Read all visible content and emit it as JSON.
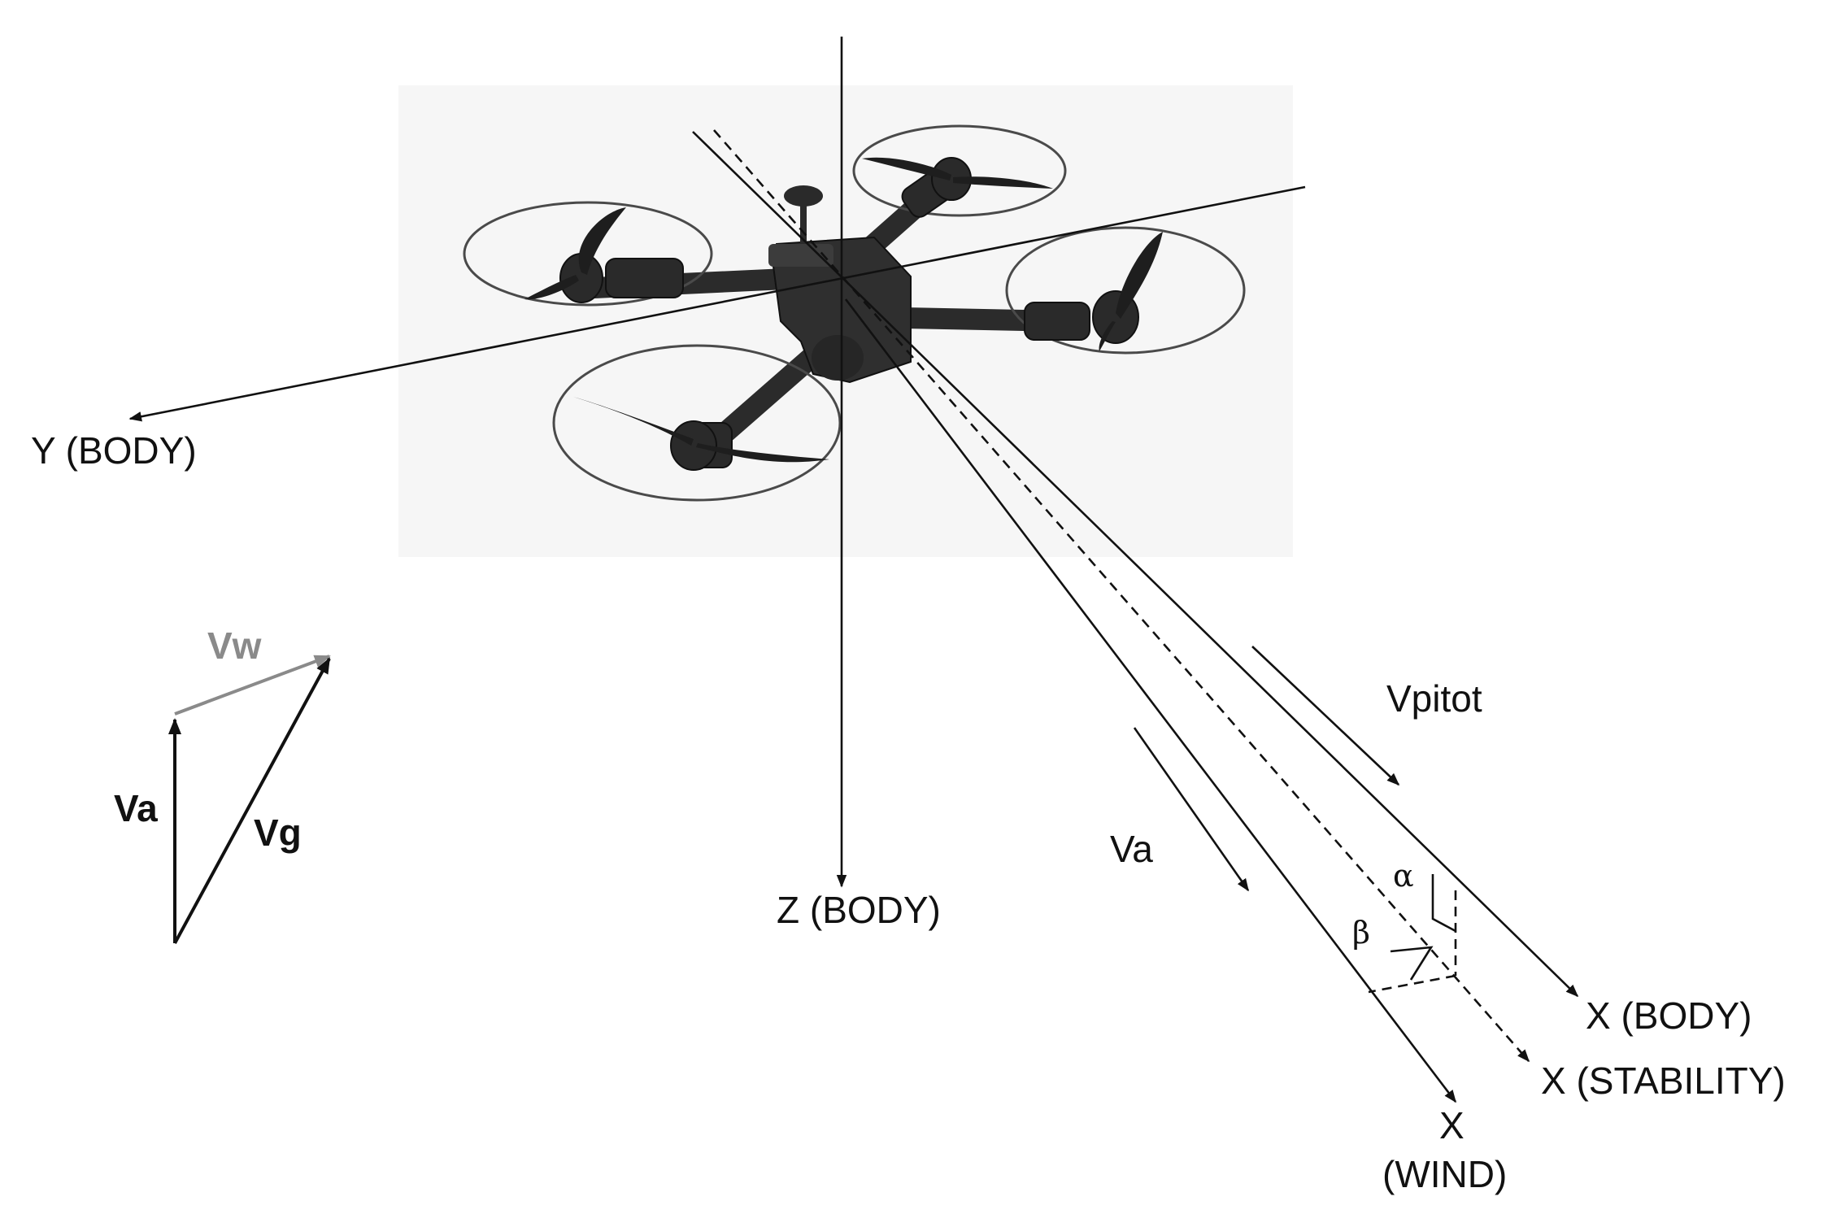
{
  "labels": {
    "y_body": "Y (BODY)",
    "z_body": "Z (BODY)",
    "x_body": "X (BODY)",
    "x_stability": "X (STABILITY)",
    "x_wind_line1": "X",
    "x_wind_line2": "(WIND)",
    "vpitot": "Vpitot",
    "va_right": "Va",
    "alpha": "α",
    "beta": "β"
  },
  "vector_triangle": {
    "vw": "Vw",
    "va": "Va",
    "vg": "Vg"
  },
  "colors": {
    "lines": "#111111",
    "wind_vector": "#8a8a8a",
    "drone_body": "#2b2b2b",
    "photo_background": "#f6f6f6"
  },
  "icons": {
    "drone": "quadcopter-image"
  }
}
